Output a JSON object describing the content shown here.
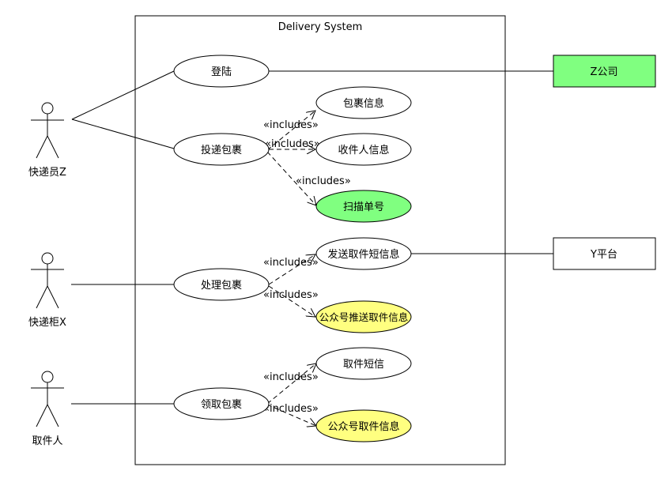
{
  "diagram": {
    "system_title": "Delivery System",
    "stereotype": "«includes»",
    "colors": {
      "green": "#80ff80",
      "yellow": "#ffff80",
      "white": "#ffffff",
      "stroke": "#000000"
    },
    "actors": [
      {
        "id": "courier",
        "label": "快递员Z"
      },
      {
        "id": "locker",
        "label": "快递柜X"
      },
      {
        "id": "recipient",
        "label": "取件人"
      }
    ],
    "use_cases": [
      {
        "id": "login",
        "label": "登陆",
        "fill": "white"
      },
      {
        "id": "deliver",
        "label": "投递包裹",
        "fill": "white"
      },
      {
        "id": "pkg_info",
        "label": "包裹信息",
        "fill": "white"
      },
      {
        "id": "recv_info",
        "label": "收件人信息",
        "fill": "white"
      },
      {
        "id": "scan",
        "label": "扫描单号",
        "fill": "green"
      },
      {
        "id": "process",
        "label": "处理包裹",
        "fill": "white"
      },
      {
        "id": "send_sms",
        "label": "发送取件短信息",
        "fill": "white"
      },
      {
        "id": "wechat_push",
        "label": "公众号推送取件信息",
        "fill": "yellow"
      },
      {
        "id": "pickup",
        "label": "领取包裹",
        "fill": "white"
      },
      {
        "id": "pickup_sms",
        "label": "取件短信",
        "fill": "white"
      },
      {
        "id": "wechat_pickup",
        "label": "公众号取件信息",
        "fill": "yellow"
      }
    ],
    "external_systems": [
      {
        "id": "company_z",
        "label": "Z公司",
        "fill": "green"
      },
      {
        "id": "platform_y",
        "label": "Y平台",
        "fill": "white"
      }
    ],
    "associations": [
      {
        "from": "courier",
        "to": "login"
      },
      {
        "from": "courier",
        "to": "deliver"
      },
      {
        "from": "locker",
        "to": "process"
      },
      {
        "from": "recipient",
        "to": "pickup"
      },
      {
        "from": "login",
        "to": "company_z"
      },
      {
        "from": "send_sms",
        "to": "platform_y"
      }
    ],
    "includes": [
      {
        "from": "deliver",
        "to": "pkg_info"
      },
      {
        "from": "deliver",
        "to": "recv_info"
      },
      {
        "from": "deliver",
        "to": "scan"
      },
      {
        "from": "process",
        "to": "send_sms"
      },
      {
        "from": "process",
        "to": "wechat_push"
      },
      {
        "from": "pickup",
        "to": "pickup_sms"
      },
      {
        "from": "pickup",
        "to": "wechat_pickup"
      }
    ]
  }
}
